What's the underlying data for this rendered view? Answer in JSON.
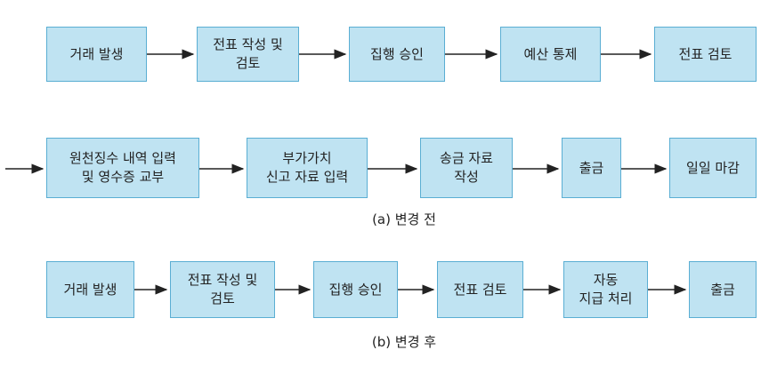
{
  "colors": {
    "box_fill": "#bfe3f2",
    "box_border": "#5aaed3",
    "arrow": "#222222"
  },
  "before": {
    "row1": [
      "거래 발생",
      "전표 작성 및\n검토",
      "집행 승인",
      "예산 통제",
      "전표 검토"
    ],
    "row2": [
      "원천징수 내역 입력\n및 영수증 교부",
      "부가가치\n신고 자료 입력",
      "송금 자료\n작성",
      "출금",
      "일일 마감"
    ],
    "caption": "(a) 변경 전"
  },
  "after": {
    "row": [
      "거래 발생",
      "전표 작성 및\n검토",
      "집행 승인",
      "전표 검토",
      "자동\n지급 처리",
      "출금"
    ],
    "caption": "(b) 변경 후"
  }
}
